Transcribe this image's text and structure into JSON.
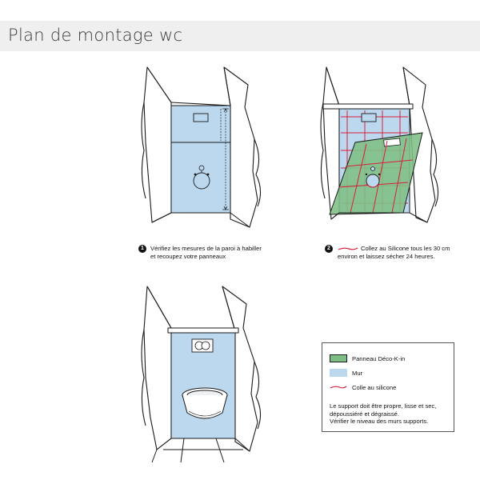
{
  "header": {
    "title": "Plan de montage wc"
  },
  "steps": [
    {
      "number": "1",
      "caption_lines": [
        "Vérifiez les mesures de la paroi à habiller",
        "et recoupez votre panneaux"
      ]
    },
    {
      "number": "2",
      "caption_lines": [
        "Collez au Silicone tous les 30 cm",
        "environ et laissez sécher 24 heures."
      ]
    }
  ],
  "legend": {
    "items": [
      {
        "label": "Panneau Déco-K-in",
        "color": "#7fbf85",
        "icon": "green-swatch-icon"
      },
      {
        "label": "Mur",
        "color": "#bcd8ef",
        "icon": "blue-swatch-icon"
      },
      {
        "label": "Colle au silicone",
        "color": "#d6203a",
        "icon": "red-line-icon"
      }
    ],
    "note_lines": [
      "Le support doit être propre, lisse et sec,",
      "dépoussiéré et dégraissé.",
      "Vérifier le niveau des murs supports."
    ]
  },
  "colors": {
    "wall": "#bcd8ef",
    "panel": "#7fbf85",
    "silicone": "#d6203a",
    "outline": "#1a1a1a",
    "title_bar": "#efefef"
  }
}
